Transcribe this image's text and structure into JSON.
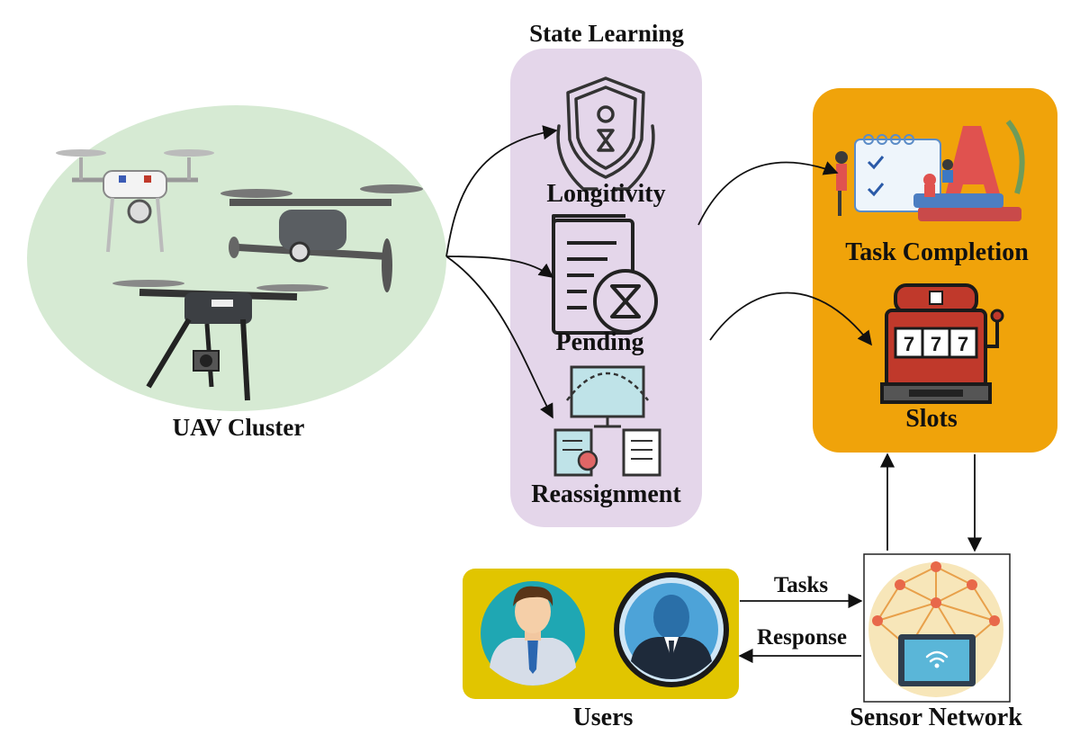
{
  "diagram": {
    "uav_cluster": {
      "label": "UAV Cluster",
      "fill": "#d6ead3"
    },
    "state_learning": {
      "title": "State Learning",
      "fill": "#e4d6ea",
      "items": [
        "Longitivity",
        "Pending",
        "Reassignment"
      ]
    },
    "outcome_panel": {
      "fill": "#f0a30a",
      "items": [
        "Task Completion",
        "Slots"
      ]
    },
    "users": {
      "label": "Users",
      "fill": "#e1c500"
    },
    "sensor_network": {
      "label": "Sensor Network"
    },
    "edges": {
      "tasks": "Tasks",
      "response": "Response"
    },
    "icons": [
      "drone-icon",
      "shield-hourglass-icon",
      "document-timer-icon",
      "reassignment-icon",
      "task-board-icon",
      "slot-machine-icon",
      "user-avatar-icon",
      "sensor-network-icon"
    ]
  }
}
